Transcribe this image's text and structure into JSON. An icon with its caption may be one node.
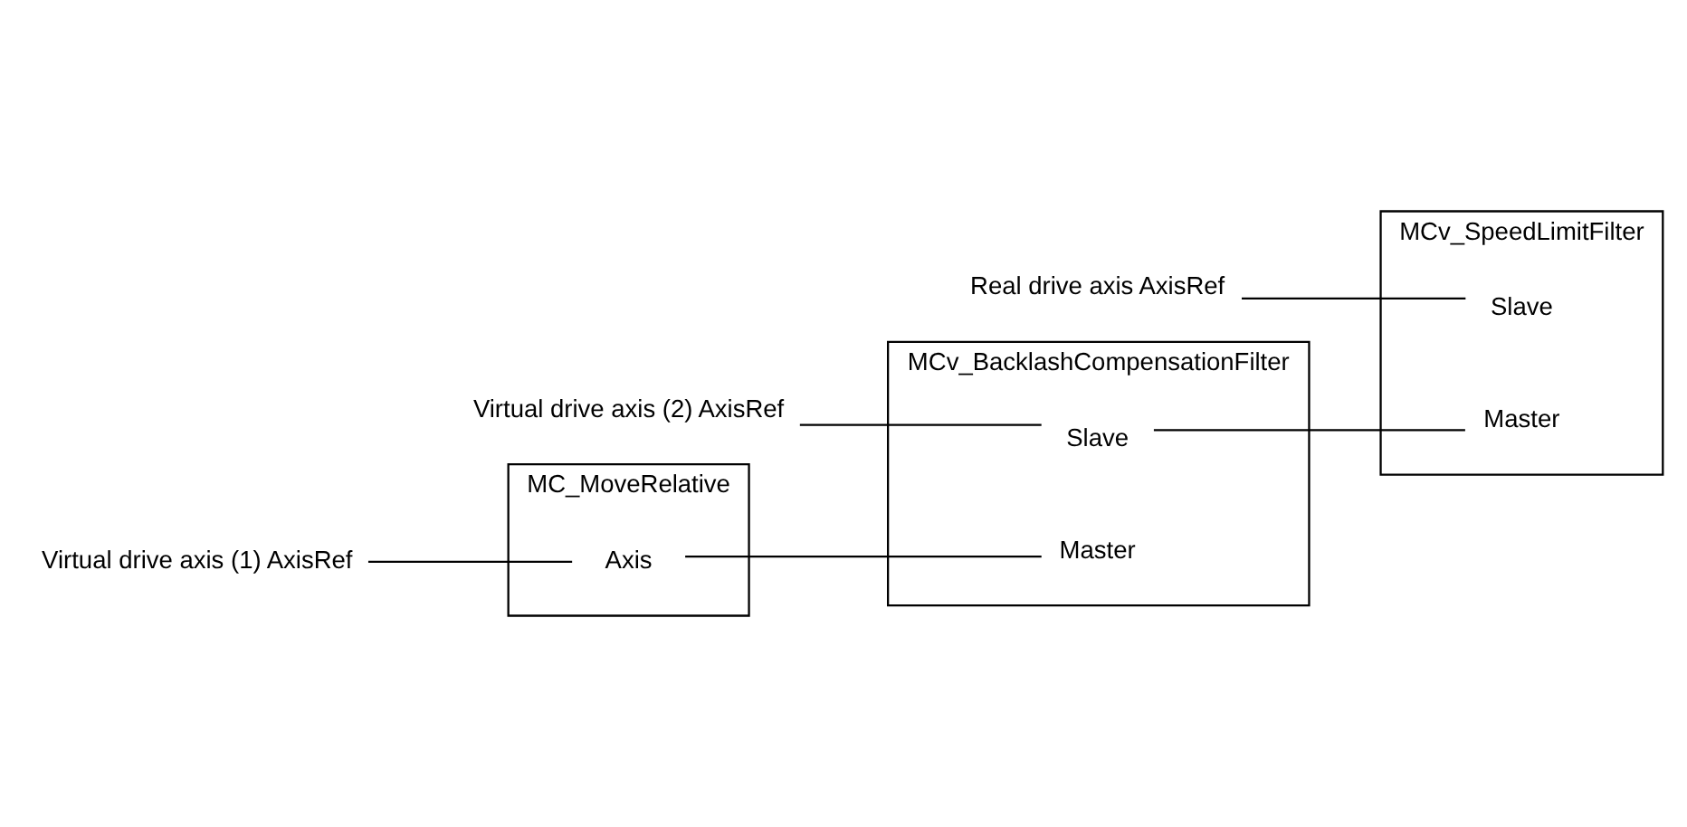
{
  "diagram": {
    "nodes": [
      {
        "text": [
          "MC_MoveRelative"
        ]
      },
      {
        "text": [
          "Axis"
        ],
        "in": 0
      },
      {
        "text": [
          "MCv_BacklashCompensationFilter"
        ]
      },
      {
        "text": [
          "Master"
        ],
        "in": 2
      },
      {
        "text": [
          "Slave"
        ],
        "in": 2
      },
      {
        "text": [
          "MCv_SpeedLimitFilter"
        ]
      },
      {
        "text": [
          "Master"
        ],
        "in": 5
      },
      {
        "text": [
          "Slave"
        ],
        "in": 5
      },
      {
        "text": [
          "Virtual drive axis (1) AxisRef"
        ]
      },
      {
        "text": [
          "Virtual drive axis (2) AxisRef"
        ]
      },
      {
        "text": [
          "Real drive axis AxisRef"
        ]
      }
    ],
    "edges": [
      {
        "from": 8,
        "to": 1,
        "arrow": "none"
      },
      {
        "from": 1,
        "to": 3,
        "arrow": "none"
      },
      {
        "from": 9,
        "to": 4,
        "arrow": "none"
      },
      {
        "from": 4,
        "to": 6,
        "arrow": "none"
      },
      {
        "from": 10,
        "to": 7,
        "arrow": "none"
      }
    ]
  }
}
